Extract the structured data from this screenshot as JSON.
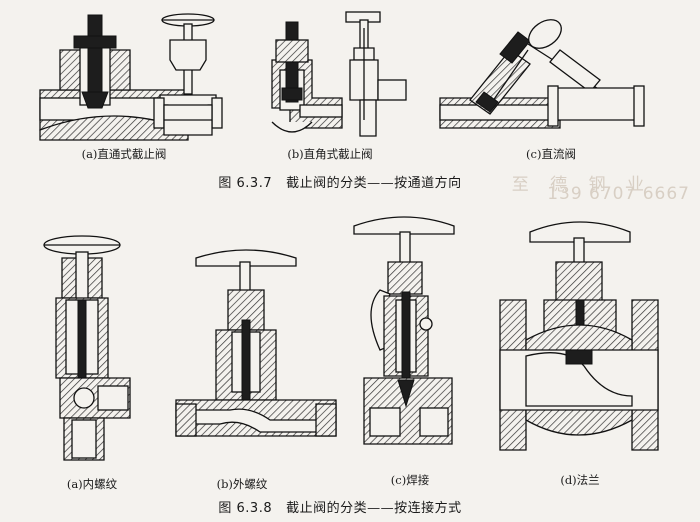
{
  "figure_637": {
    "number": "图 6.3.7",
    "title": "截止阀的分类——按通道方向",
    "subfigures": [
      {
        "label": "(a)直通式截止阀"
      },
      {
        "label": "(b)直角式截止阀"
      },
      {
        "label": "(c)直流阀"
      }
    ]
  },
  "figure_638": {
    "number": "图 6.3.8",
    "title": "截止阀的分类——按连接方式",
    "subfigures": [
      {
        "label": "(a)内螺纹"
      },
      {
        "label": "(b)外螺纹"
      },
      {
        "label": "(c)焊接"
      },
      {
        "label": "(d)法兰"
      }
    ]
  },
  "watermark": {
    "company": "至 德 钢 业",
    "phone": "139 6707 6667"
  }
}
